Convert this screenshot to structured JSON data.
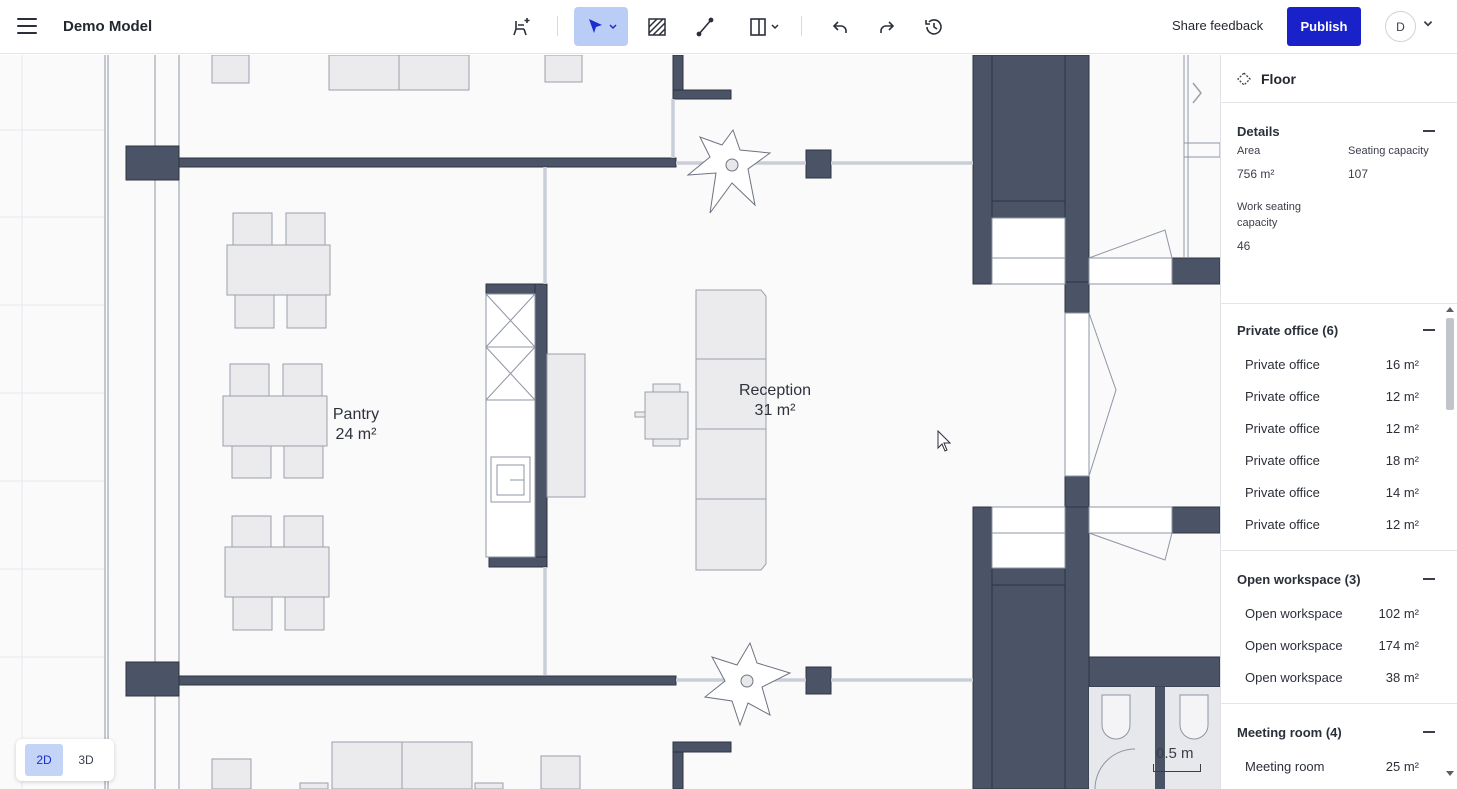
{
  "header": {
    "model_title": "Demo Model",
    "share_feedback": "Share feedback",
    "publish": "Publish",
    "avatar_initial": "D"
  },
  "toolbar": {
    "tools": [
      "add-furniture-icon",
      "select-icon",
      "hatch-area-icon",
      "draw-line-icon",
      "wall-door-icon",
      "undo-icon",
      "redo-icon",
      "history-icon"
    ],
    "active_tool": "select-icon",
    "accent": "#1822c8",
    "active_bg": "#b9cdf7"
  },
  "canvas": {
    "rooms": [
      {
        "name": "Pantry",
        "area": "24 m²"
      },
      {
        "name": "Reception",
        "area": "31 m²"
      }
    ],
    "view_toggle": {
      "option_2d": "2D",
      "option_3d": "3D",
      "active": "2D"
    },
    "scale": "0.5 m",
    "wall_color": "#4a5466"
  },
  "panel": {
    "title": "Floor",
    "details": {
      "heading": "Details",
      "area_label": "Area",
      "area_value": "756 m²",
      "seating_label": "Seating capacity",
      "seating_value": "107",
      "work_seating_label": "Work seating capacity",
      "work_seating_value": "46"
    },
    "groups": [
      {
        "heading": "Private office (6)",
        "items": [
          {
            "name": "Private office",
            "area": "16 m²"
          },
          {
            "name": "Private office",
            "area": "12 m²"
          },
          {
            "name": "Private office",
            "area": "12 m²"
          },
          {
            "name": "Private office",
            "area": "18 m²"
          },
          {
            "name": "Private office",
            "area": "14 m²"
          },
          {
            "name": "Private office",
            "area": "12 m²"
          }
        ]
      },
      {
        "heading": "Open workspace (3)",
        "items": [
          {
            "name": "Open workspace",
            "area": "102 m²"
          },
          {
            "name": "Open workspace",
            "area": "174 m²"
          },
          {
            "name": "Open workspace",
            "area": "38 m²"
          }
        ]
      },
      {
        "heading": "Meeting room (4)",
        "items": [
          {
            "name": "Meeting room",
            "area": "25 m²"
          }
        ]
      }
    ]
  }
}
